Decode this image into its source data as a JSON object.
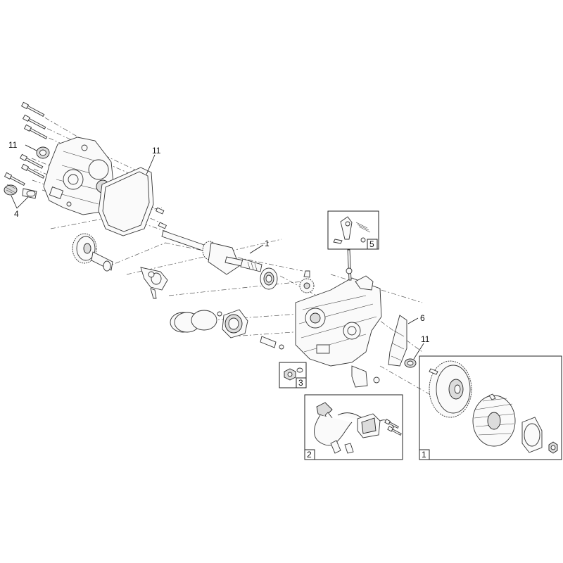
{
  "callouts": [
    {
      "id": "c11a",
      "text": "11"
    },
    {
      "id": "c11b",
      "text": "11"
    },
    {
      "id": "c4",
      "text": "4"
    },
    {
      "id": "c1",
      "text": "1"
    },
    {
      "id": "c6",
      "text": "6"
    },
    {
      "id": "c11c",
      "text": "11"
    }
  ],
  "kits": [
    {
      "id": "kit1",
      "text": "1"
    },
    {
      "id": "kit2",
      "text": "2"
    },
    {
      "id": "kit3",
      "text": "3"
    },
    {
      "id": "kit5",
      "text": "5"
    }
  ]
}
